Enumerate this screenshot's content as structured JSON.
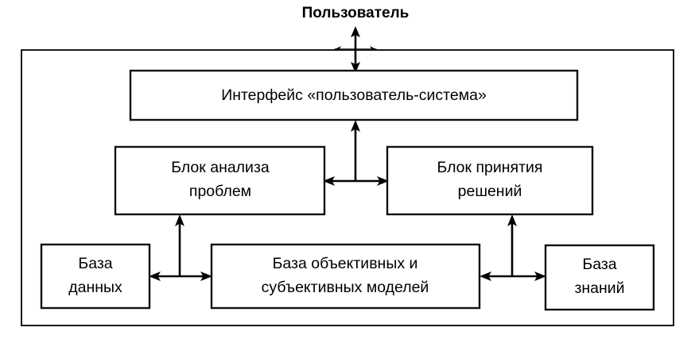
{
  "diagram": {
    "title": "Пользователь",
    "actor": {
      "label": "Пользователь"
    },
    "nodes": [
      {
        "id": "interface",
        "label_line1": "Интерфейс «пользователь-система»",
        "label_line2": ""
      },
      {
        "id": "analysis",
        "label_line1": "Блок анализа",
        "label_line2": "проблем"
      },
      {
        "id": "decision",
        "label_line1": "Блок принятия",
        "label_line2": "решений"
      },
      {
        "id": "database",
        "label_line1": "База",
        "label_line2": "данных"
      },
      {
        "id": "models",
        "label_line1": "База объективных и",
        "label_line2": "субъективных моделей"
      },
      {
        "id": "knowledge",
        "label_line1": "База",
        "label_line2": "знаний"
      }
    ],
    "edges": [
      {
        "from": "actor",
        "to": "interface",
        "kind": "bidirectional",
        "orientation": "vertical"
      },
      {
        "from": "analysis",
        "to": "decision",
        "kind": "bidirectional",
        "orientation": "horizontal"
      },
      {
        "from": "connector-top",
        "to": "interface",
        "kind": "directional",
        "orientation": "vertical"
      },
      {
        "from": "database",
        "to": "models",
        "kind": "bidirectional",
        "orientation": "horizontal"
      },
      {
        "from": "models",
        "to": "knowledge",
        "kind": "bidirectional",
        "orientation": "horizontal"
      },
      {
        "from": "connector-left",
        "to": "analysis",
        "kind": "directional",
        "orientation": "vertical"
      },
      {
        "from": "connector-right",
        "to": "decision",
        "kind": "directional",
        "orientation": "vertical"
      }
    ],
    "colors": {
      "background": "#ffffff",
      "stroke": "#111111",
      "frame_stroke": "#1a1a1a",
      "text": "#000000"
    }
  }
}
